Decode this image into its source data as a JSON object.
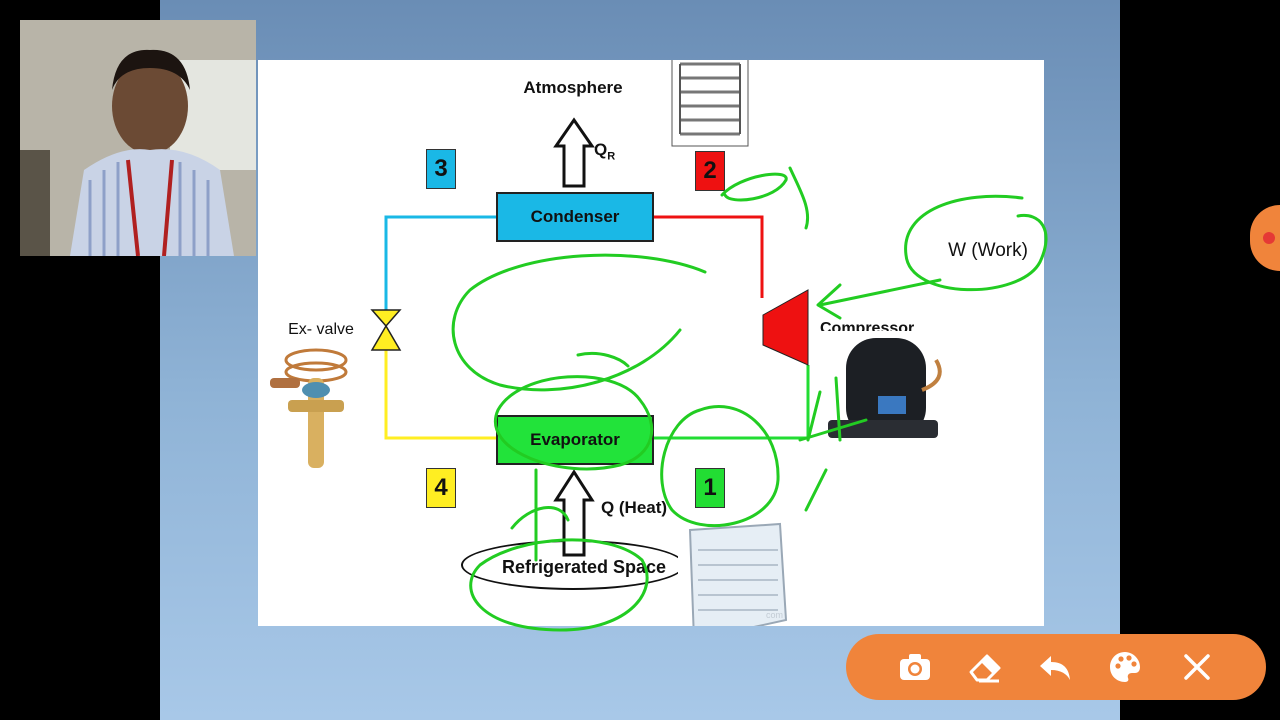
{
  "slide": {
    "atmosphere_label": "Atmosphere",
    "qr_label": "Q",
    "qr_subscript": "R",
    "condenser_label": "Condenser",
    "evaporator_label": "Evaporator",
    "compressor_label": "Compressor",
    "exvalve_label": "Ex- valve",
    "work_label": "W (Work)",
    "heat_label": "Q (Heat)",
    "refrigerated_space_label": "Refrigerated Space",
    "watermark": "com",
    "state_points": [
      "1",
      "2",
      "3",
      "4"
    ]
  },
  "colors": {
    "condenser": "#1ab8e6",
    "evaporator": "#22e33a",
    "state1": "#22dd33",
    "state2": "#ee1111",
    "state3": "#1ab8e6",
    "state4": "#ffee22",
    "annotation": "#22cc22",
    "toolbar": "#f0843b"
  },
  "toolbar": {
    "items": [
      "camera-icon",
      "eraser-icon",
      "undo-icon",
      "palette-icon",
      "close-icon"
    ]
  }
}
